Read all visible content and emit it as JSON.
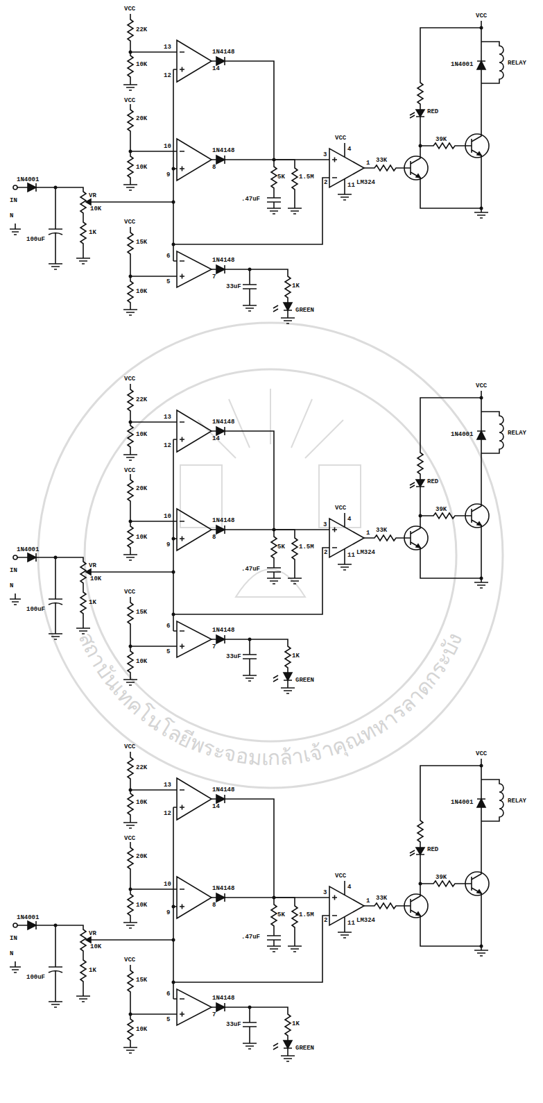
{
  "diagram": {
    "labels": [
      "VCC",
      "22K",
      "10K",
      "13",
      "12",
      "14",
      "1N4148",
      "VCC",
      "20K",
      "10K",
      "10",
      "9",
      "8",
      "1N4148",
      "1N4001",
      "IN",
      "N",
      "100uF",
      "VR",
      "10K",
      "1K",
      "VCC",
      "15K",
      "10K",
      "6",
      "5",
      "7",
      "1N4148",
      "5K",
      "1.5M",
      ".47uF",
      "VCC",
      "3",
      "2",
      "4",
      "11",
      "1",
      "LM324",
      "33K",
      "39K",
      "1N4001",
      "RELAY",
      "VCC",
      "RED",
      "33uF",
      "1K",
      "GREEN",
      "VCC",
      "22K",
      "10K",
      "13",
      "12",
      "14",
      "1N4148",
      "VCC",
      "20K",
      "10K",
      "10",
      "9",
      "8",
      "1N4148",
      "1N4001",
      "IN",
      "N",
      "100uF",
      "VR",
      "10K",
      "1K",
      "VCC",
      "15K",
      "10K",
      "6",
      "5",
      "7",
      "1N4148",
      "5K",
      "1.5M",
      ".47uF",
      "VCC",
      "3",
      "2",
      "4",
      "11",
      "1",
      "LM324",
      "33K",
      "39K",
      "1N4001",
      "RELAY",
      "VCC",
      "RED",
      "33uF",
      "1K",
      "GREEN",
      "VCC",
      "22K",
      "10K",
      "13",
      "12",
      "14",
      "1N4148",
      "VCC",
      "20K",
      "10K",
      "10",
      "9",
      "8",
      "1N4148",
      "1N4001",
      "IN",
      "N",
      "100uF",
      "VR",
      "10K",
      "1K",
      "VCC",
      "15K",
      "10K",
      "6",
      "5",
      "7",
      "1N4148",
      "5K",
      "1.5M",
      ".47uF",
      "VCC",
      "3",
      "2",
      "4",
      "11",
      "1",
      "LM324",
      "33K",
      "39K",
      "1N4001",
      "RELAY",
      "VCC",
      "RED",
      "33uF",
      "1K",
      "GREEN",
      "สถาบันเทคโนโลยีพระจอมเกล้าเจ้าคุณทหารลาดกระบัง"
    ]
  }
}
